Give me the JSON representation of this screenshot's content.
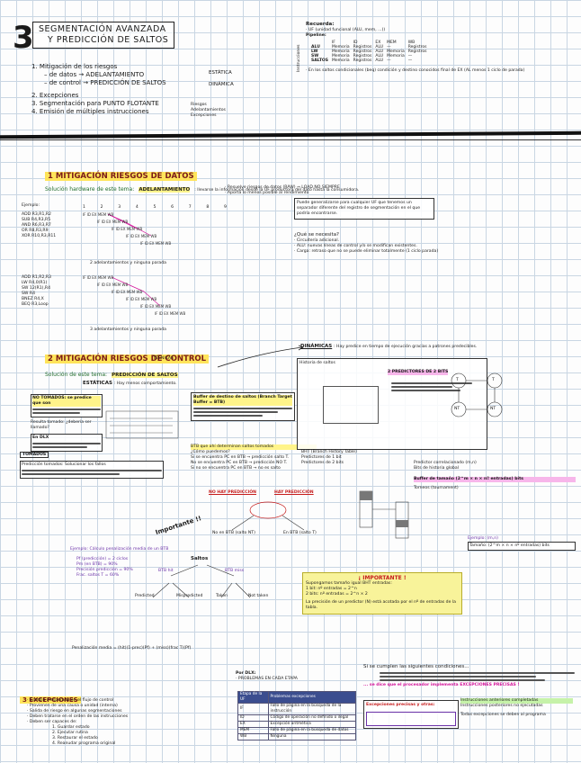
{
  "header": {
    "chapter_number": "3",
    "title_line1": "SEGMENTACIÓN AVANZADA",
    "title_line2": "Y PREDICCIÓN DE SALTOS",
    "outline": [
      "1. Mitigación de los riesgos",
      "– de datos → ADELANTAMIENTO",
      "– de control → PREDICCIÓN DE SALTOS",
      "2. Excepciones",
      "3. Segmentación para PUNTO FLOTANTE",
      "4. Emisión de múltiples instrucciones"
    ],
    "branch_kinds": [
      "ESTÁTICA",
      "DINÁMICA"
    ],
    "fp_items": [
      "Riesgos",
      "Adelantamientos",
      "Excepciones"
    ]
  },
  "recuerda": {
    "title": "Recuerda:",
    "note": "· UF (unidad funcional (ALU, mem, ...))",
    "pipeline_label": "Pipeline:",
    "columns": [
      "IF",
      "ID",
      "EX",
      "MEM",
      "WB"
    ],
    "side_label": "Instrucciones",
    "rows": [
      {
        "op": "ALU",
        "cells": [
          "Memoria",
          "Registros",
          "ALU",
          "—",
          "Registros"
        ]
      },
      {
        "op": "LW",
        "cells": [
          "Memoria",
          "Registros",
          "ALU",
          "Memoria",
          "Registros"
        ]
      },
      {
        "op": "SW",
        "cells": [
          "Memoria",
          "Registros",
          "ALU",
          "Memoria",
          "—"
        ]
      },
      {
        "op": "SALTOS",
        "cells": [
          "Memoria",
          "Registros",
          "ALU",
          "—",
          "—"
        ]
      }
    ],
    "footnote": "· En los saltos condicionales (beq) condición y destino conocidos final de EX (AL menos 1 ciclo de parada)"
  },
  "section1": {
    "title": "1 MITIGACIÓN RIESGOS DE DATOS",
    "solution_label": "Solución hardware de este tema:",
    "solution_value": "ADELANTAMIENTO",
    "solution_desc": ": llevarse la información desde la UF productora del dato hasta la consumidora.",
    "bullets": [
      "· Resuelve riesgos de datos (RAW) → LOAD NO SIEMPRE",
      "· Aporta lo menos posible al rendimiento"
    ],
    "box_text": "Puede generalizarse para cualquier UF que tenemos un separador diferente del registro de segmentación en el que podría encontrarse.",
    "question": "¿Qué se necesita?",
    "needs": [
      "· Circuitería adicional.",
      "· ALU: nuevas líneas de control y/o se modifican existentes.",
      "· Carga: retraso que no se puede eliminar totalmente (1 ciclo parada)"
    ],
    "example_label": "Ejemplo:",
    "example1_rows": [
      "ADD R3,R1,R2",
      "SUB R4,R3,R5",
      "AND R6,R3,R7",
      "OR R8,R3,R9",
      "XOR R10,R3,R11"
    ],
    "example1_caption": "2 adelantamientos y ninguna parada",
    "example2_rows": [
      "ADD R1,R2,R3",
      "LW R4,0(R1)",
      "SW 12(R1),R4",
      "SW R4",
      "BNEZ R4,X",
      "BEQ R3,Loop"
    ],
    "example2_caption": "3 adelantamientos y ninguna parada",
    "cycle_numbers": [
      "1",
      "2",
      "3",
      "4",
      "5",
      "6",
      "7",
      "8",
      "9"
    ]
  },
  "section2": {
    "title": "2 MITIGACIÓN RIESGOS DE CONTROL",
    "solution_label": "Solución de este tema:",
    "solution_value": "PREDICCIÓN DE SALTOS",
    "tecnicas": "TÉCNICAS",
    "estaticas_label": "ESTÁTICAS",
    "estaticas_desc": ": Hay menos comportamiento.",
    "dinamicas_label": "DINÁMICAS",
    "dinamicas_desc": ": Hay predice en tiempo de ejecución gracias a patrones predecibles.",
    "left_notes": [
      "NO TOMADOS: se predice que son",
      "Resulta tomado: ¿debería ser llamado?",
      "En DLX",
      "TOMADOS",
      "Predicción tomados: Solucionar los fallos"
    ],
    "middle_notes": [
      "Buffer de destino de saltos (Branch Target Buffer = BTB)",
      "BTB que ahí determinan saltos tomados",
      "¿Cómo puedemos?",
      "Si se encuentra PC en BTB → predicción salto T.",
      "No se encuentra PC en BTB → predicción NO T.",
      "Si no se encuentra PC en BTB → no es salto"
    ],
    "mispredictions": [
      "NO HAY PREDICCIÓN",
      "HAY PREDICCIÓN"
    ],
    "outcomes": [
      "En BTB (salto T)",
      "No en BTB (salto NT)"
    ],
    "important_label": "Importante !!",
    "example_label": "Ejemplo: Cálculo penalización media de un BTB",
    "example_lines": [
      "Pf (predicción) = 2 ciclos",
      "Pm (en BTB) = 90%",
      "Precisión predicción = 90%",
      "Frac. saltos T = 60%"
    ],
    "tree_root": "Saltos",
    "tree_nodes": [
      "BTB hit",
      "BTB miss",
      "Predicted",
      "Mispredicted",
      "Taken",
      "Not taken"
    ],
    "formula_note": "Penalización media = (hit)(1-prec)(Pf) + (miss)(frac T)(Pf)",
    "right_notes": [
      "Historia de saltos",
      "BHT (Branch History Table)",
      "Predictores de 1 bit",
      "Predictores de 2 bits",
      "Predictor correlacionado (m,n)",
      "Torneos (tournament)",
      "Bits de historia global",
      "Buffer de tamaño (2^m × n × nº entradas) bits"
    ],
    "dos_column": "2 PREDICTORES DE 2 BITS",
    "predictor_states": [
      "T",
      "T",
      "NT",
      "NT"
    ],
    "important_box_title": "¡ IMPORTANTE !",
    "important_lines": [
      "Supongamos tamaño igual BHT entradas:",
      "1 bit: nº entradas = 2^n",
      "2 bits: nº entradas = 2^n × 2",
      "La precisión de un predictor (N) está acotada por el nº de entradas de la tabla."
    ],
    "example_right_label": "Ejemplo: (m,n)",
    "example_right_line": "Tamaño: (2^m × n × nº entradas) bits"
  },
  "section3": {
    "title": "3 EXCEPCIONES",
    "lines": [
      "· Cambio inesperado en el flujo de control",
      "· Provienen de una causa o unidad (interna)",
      "· Salida de riesgo en algunas segmentaciones",
      "· Deben tratarse en el orden de las instrucciones",
      "· Deben ser capaces de:"
    ],
    "sub_items": [
      "1. Guardar estado",
      "2. Ejecutar rutina",
      "3. Restaurar el estado",
      "4. Reanudar programa original"
    ],
    "por_dlx_label": "Por DLX:",
    "por_dlx_title": "· PROBLEMAS EN CADA ETAPA",
    "table_columns": [
      "Etapa de la UF",
      "Problemas excepciones"
    ],
    "table_rows": [
      [
        "IF",
        "Fallo de página en la búsqueda de la instrucción"
      ],
      [
        "ID",
        "Código de operación no definido o ilegal"
      ],
      [
        "EX",
        "Excepción aritmética"
      ],
      [
        "MEM",
        "Fallo de página en la búsqueda de datos"
      ],
      [
        "WB",
        "Ninguna"
      ]
    ],
    "right_title": "Si se cumplen las siguientes condiciones...",
    "right_line2": "... se dice que el procesador implementa EXCEPCIONES PRECISAS !",
    "right_notes": [
      "Excepciones precisas y otras:",
      "Instrucciones anteriores completadas",
      "Instrucciones posteriores no ejecutadas",
      "Todas excepciones se deben al programa"
    ]
  },
  "colors": {
    "title_yellow": "#ffe45a",
    "pink": "#d3169a",
    "green": "#1f6b2b",
    "grid": "#c9d6e3"
  }
}
